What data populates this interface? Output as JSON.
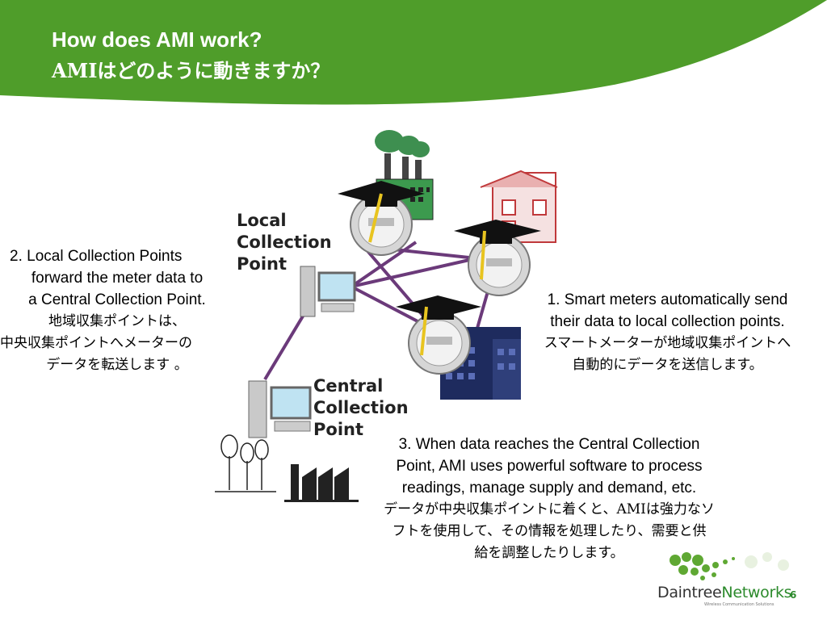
{
  "slide": {
    "title_en": "How does AMI work?",
    "title_jp": "AMIはどのように動きますか？",
    "page_number": "6"
  },
  "colors": {
    "banner_green": "#4f9d2a",
    "link_purple": "#6b3a7a",
    "accent_green": "#2c8a2c"
  },
  "diagram": {
    "local_label": [
      "Local",
      "Collection",
      "Point"
    ],
    "central_label": [
      "Central",
      "Collection",
      "Point"
    ],
    "icons": [
      "factory-icon",
      "house-icon",
      "office-building-icon",
      "computer-icon",
      "smart-meter-icon",
      "graduation-cap-icon",
      "trees-icon",
      "factory-silhouette-icon"
    ]
  },
  "captions": {
    "step2": {
      "en": [
        "2. Local Collection Points",
        "forward the meter data to",
        "a Central Collection Point."
      ],
      "jp": [
        "地域収集ポイントは、",
        "中央収集ポイントへメーターの",
        "データを転送します 。"
      ]
    },
    "step1": {
      "en": [
        "1. Smart meters automatically send",
        "their data to local collection points."
      ],
      "jp": [
        "スマートメーターが地域収集ポイントへ",
        "自動的にデータを送信します。"
      ]
    },
    "step3": {
      "en": [
        "3. When data reaches the Central Collection",
        "Point, AMI uses powerful software to process",
        "readings, manage supply and demand, etc."
      ],
      "jp": [
        "データが中央収集ポイントに着くと、AMIは強力なソ",
        "フトを使用して、その情報を処理したり、需要と供",
        "給を調整したりします。"
      ]
    }
  },
  "logo": {
    "name_part1": "Daintree",
    "name_part2": "Networks",
    "tagline": "Wireless Communication Solutions"
  }
}
